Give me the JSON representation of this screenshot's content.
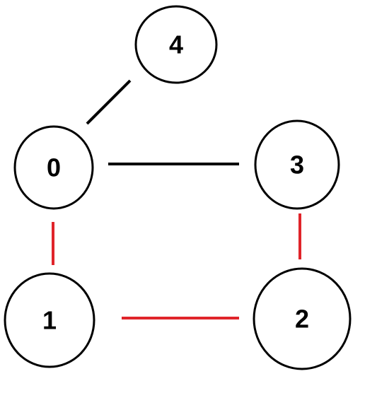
{
  "diagram": {
    "nodes": [
      {
        "id": "0",
        "label": "0"
      },
      {
        "id": "1",
        "label": "1"
      },
      {
        "id": "2",
        "label": "2"
      },
      {
        "id": "3",
        "label": "3"
      },
      {
        "id": "4",
        "label": "4"
      }
    ],
    "edges": [
      {
        "from": "4",
        "to": "0",
        "color": "#000000"
      },
      {
        "from": "0",
        "to": "3",
        "color": "#000000"
      },
      {
        "from": "0",
        "to": "1",
        "color": "#e0242a"
      },
      {
        "from": "1",
        "to": "2",
        "color": "#e0242a"
      },
      {
        "from": "3",
        "to": "2",
        "color": "#e0242a"
      }
    ],
    "colors": {
      "node_stroke": "#000000",
      "node_fill": "#ffffff",
      "text": "#000000",
      "highlight": "#e0242a",
      "default_edge": "#000000"
    }
  }
}
